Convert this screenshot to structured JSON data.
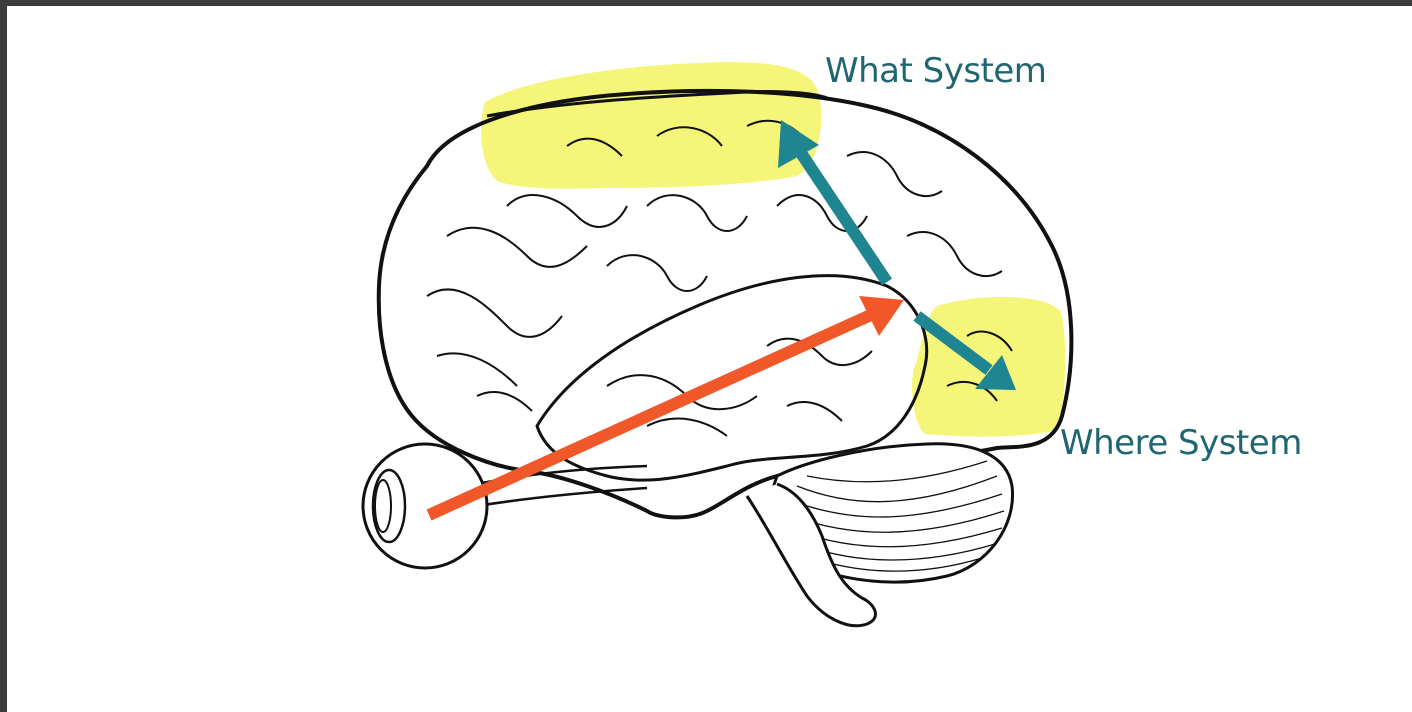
{
  "labels": {
    "what": "What System",
    "where": "Where System"
  },
  "colors": {
    "label": "#1f6670",
    "highlight": "#f4f56a",
    "teal_arrow": "#1f8590",
    "orange_arrow": "#f0582a",
    "outline": "#111111",
    "background": "#ffffff",
    "frame": "#3c3c3c"
  },
  "icons": {
    "eye": "eye-illustration",
    "brain": "brain-illustration"
  }
}
